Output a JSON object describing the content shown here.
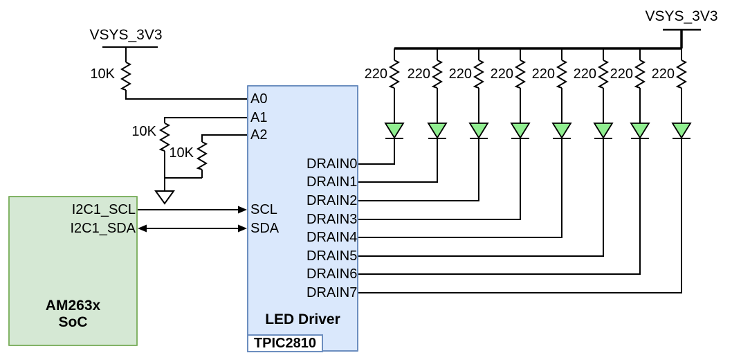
{
  "power": {
    "left_label": "VSYS_3V3",
    "right_label": "VSYS_3V3"
  },
  "soc": {
    "name_line1": "AM263x",
    "name_line2": "SoC",
    "pin_scl": "I2C1_SCL",
    "pin_sda": "I2C1_SDA"
  },
  "driver": {
    "title": "LED Driver",
    "part": "TPIC2810",
    "pin_a0": "A0",
    "pin_a1": "A1",
    "pin_a2": "A2",
    "pin_scl": "SCL",
    "pin_sda": "SDA",
    "drains": [
      "DRAIN0",
      "DRAIN1",
      "DRAIN2",
      "DRAIN3",
      "DRAIN4",
      "DRAIN5",
      "DRAIN6",
      "DRAIN7"
    ]
  },
  "resistors": {
    "pullup_a0": "10K",
    "pulldown_a1": "10K",
    "pulldown_a2": "10K",
    "led_series": [
      "220",
      "220",
      "220",
      "220",
      "220",
      "220",
      "220",
      "220"
    ]
  },
  "colors": {
    "soc_fill": "#d5e8d4",
    "soc_border": "#82b366",
    "driver_fill": "#dae8fc",
    "driver_border": "#6c8ebf",
    "led_fill": "#90ee90",
    "wire": "#000000",
    "badge_fill": "#ffffff"
  }
}
